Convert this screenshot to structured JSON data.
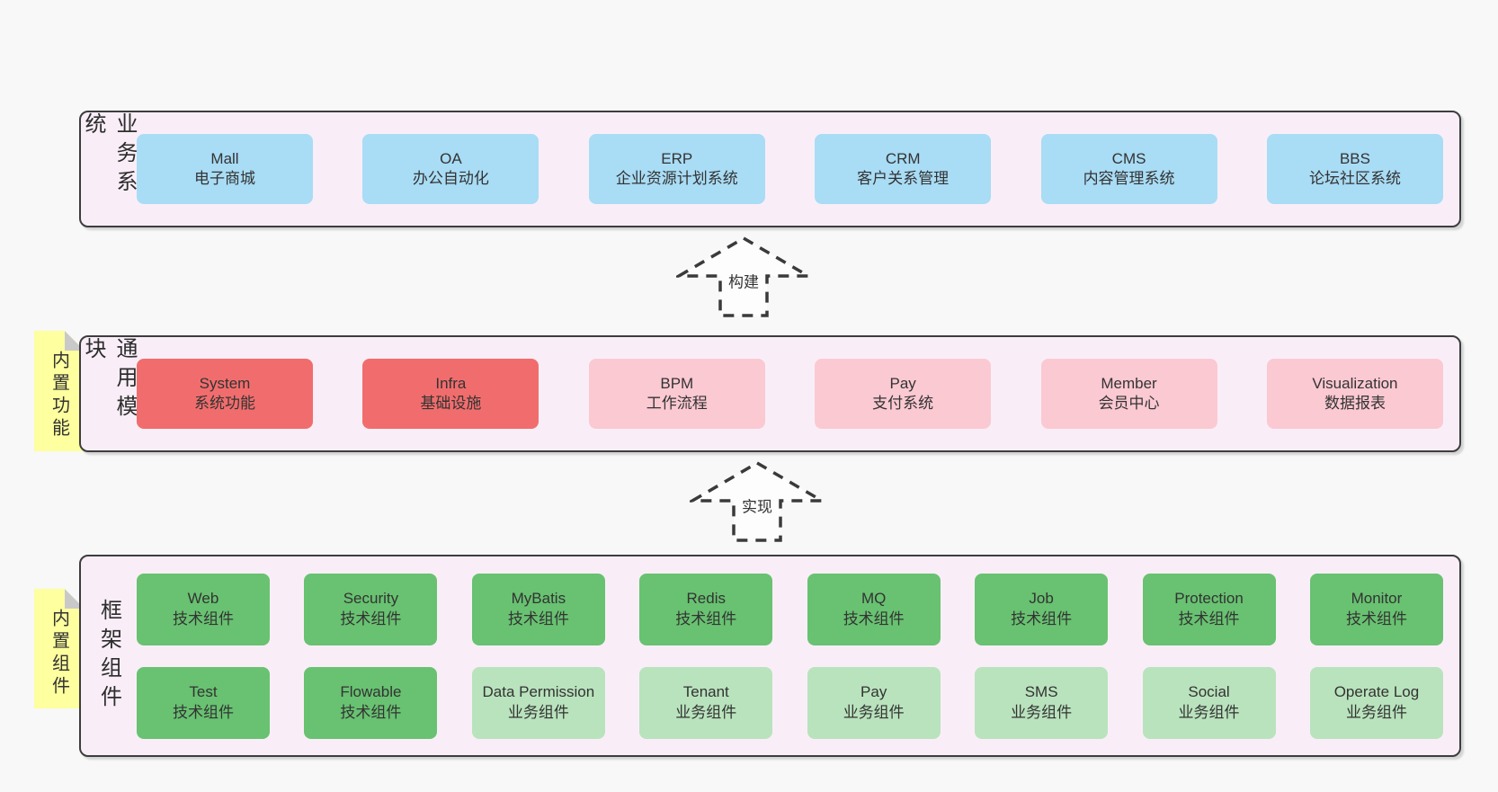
{
  "colors": {
    "page-bg": "#f8f8f8",
    "band-bg": "#f9eef7",
    "band-border": "#3d3d3d",
    "box-blue": "#a9dcf5",
    "box-red": "#f16d6d",
    "box-pink": "#fbc9d2",
    "box-green": "#68c271",
    "box-green-light": "#b9e3bd",
    "sticky-yellow": "#feff9e",
    "sticky-fold": "#c9c9c9",
    "text": "#333333"
  },
  "bands": [
    {
      "label": "业务系统",
      "boxes": [
        {
          "name": "Mall",
          "desc": "电子商城"
        },
        {
          "name": "OA",
          "desc": "办公自动化"
        },
        {
          "name": "ERP",
          "desc": "企业资源计划系统"
        },
        {
          "name": "CRM",
          "desc": "客户关系管理"
        },
        {
          "name": "CMS",
          "desc": "内容管理系统"
        },
        {
          "name": "BBS",
          "desc": "论坛社区系统"
        }
      ]
    },
    {
      "label": "通用模块",
      "boxes": [
        {
          "name": "System",
          "desc": "系统功能"
        },
        {
          "name": "Infra",
          "desc": "基础设施"
        },
        {
          "name": "BPM",
          "desc": "工作流程"
        },
        {
          "name": "Pay",
          "desc": "支付系统"
        },
        {
          "name": "Member",
          "desc": "会员中心"
        },
        {
          "name": "Visualization",
          "desc": "数据报表"
        }
      ]
    },
    {
      "label": "框架组件",
      "rows": [
        [
          {
            "name": "Web",
            "desc": "技术组件"
          },
          {
            "name": "Security",
            "desc": "技术组件"
          },
          {
            "name": "MyBatis",
            "desc": "技术组件"
          },
          {
            "name": "Redis",
            "desc": "技术组件"
          },
          {
            "name": "MQ",
            "desc": "技术组件"
          },
          {
            "name": "Job",
            "desc": "技术组件"
          },
          {
            "name": "Protection",
            "desc": "技术组件"
          },
          {
            "name": "Monitor",
            "desc": "技术组件"
          }
        ],
        [
          {
            "name": "Test",
            "desc": "技术组件"
          },
          {
            "name": "Flowable",
            "desc": "技术组件"
          },
          {
            "name": "Data Permission",
            "desc": "业务组件"
          },
          {
            "name": "Tenant",
            "desc": "业务组件"
          },
          {
            "name": "Pay",
            "desc": "业务组件"
          },
          {
            "name": "SMS",
            "desc": "业务组件"
          },
          {
            "name": "Social",
            "desc": "业务组件"
          },
          {
            "name": "Operate Log",
            "desc": "业务组件"
          }
        ]
      ]
    }
  ],
  "stickies": [
    {
      "label": "内置功能"
    },
    {
      "label": "内置组件"
    }
  ],
  "arrows": [
    {
      "label": "构建"
    },
    {
      "label": "实现"
    }
  ]
}
